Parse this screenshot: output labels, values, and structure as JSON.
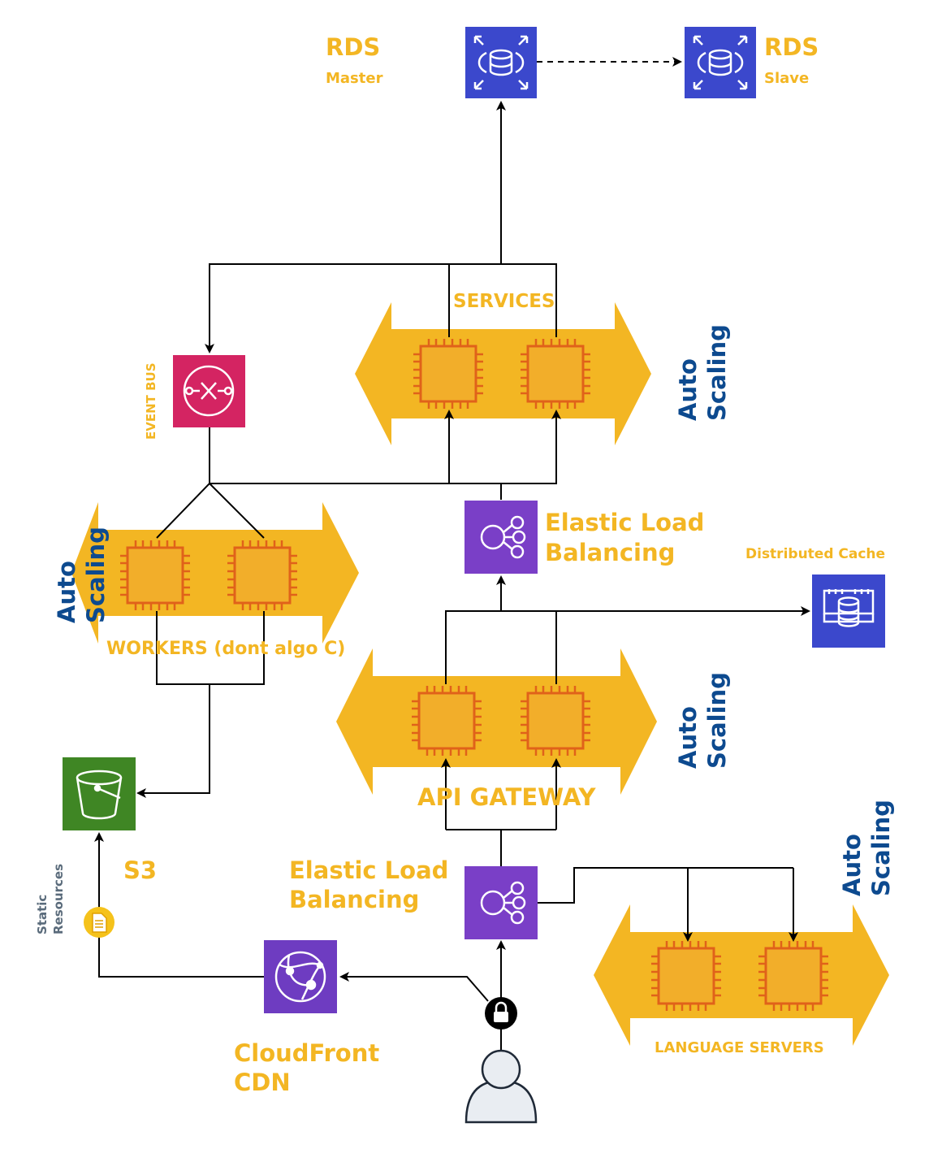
{
  "colors": {
    "orange": "#f3b623",
    "chip_fill": "#f2ae2a",
    "chip_stroke": "#e0621a",
    "blue_label": "#0d4a8f",
    "rds_blue": "#3b48cc",
    "elb_purple": "#7a3fc7",
    "eventbus_pink": "#d42462",
    "s3_green": "#3f8624",
    "cloudfront_purple": "#6e3cc1",
    "gray_text": "#5a6b7b",
    "line": "#000000"
  },
  "rds_master": {
    "title": "RDS",
    "subtitle": "Master",
    "icon": "database-icon"
  },
  "rds_slave": {
    "title": "RDS",
    "subtitle": "Slave",
    "icon": "database-icon"
  },
  "services": {
    "label": "SERVICES",
    "autoscaling": [
      "Auto",
      "Scaling"
    ]
  },
  "event_bus": {
    "label": "EVENT BUS",
    "icon": "event-bus-icon"
  },
  "workers": {
    "label": "WORKERS (dont algo C)",
    "autoscaling": [
      "Auto",
      "Scaling"
    ]
  },
  "elb_top": {
    "label": [
      "Elastic Load",
      "Balancing"
    ],
    "icon": "load-balancer-icon"
  },
  "distributed_cache": {
    "label": "Distributed Cache",
    "icon": "cache-icon"
  },
  "api_gateway": {
    "label": "API GATEWAY",
    "autoscaling": [
      "Auto",
      "Scaling"
    ]
  },
  "s3": {
    "label": "S3",
    "icon": "bucket-icon"
  },
  "static_resources": {
    "label": [
      "Static",
      "Resources"
    ],
    "icon": "document-icon"
  },
  "elb_bottom": {
    "label": [
      "Elastic Load",
      "Balancing"
    ],
    "icon": "load-balancer-icon"
  },
  "language_servers": {
    "label": "LANGUAGE SERVERS",
    "autoscaling": [
      "Auto",
      "Scaling"
    ]
  },
  "cloudfront": {
    "label": [
      "CloudFront",
      "CDN"
    ],
    "icon": "globe-icon"
  },
  "user": {
    "icon": "user-icon",
    "lock_icon": "lock-icon"
  }
}
